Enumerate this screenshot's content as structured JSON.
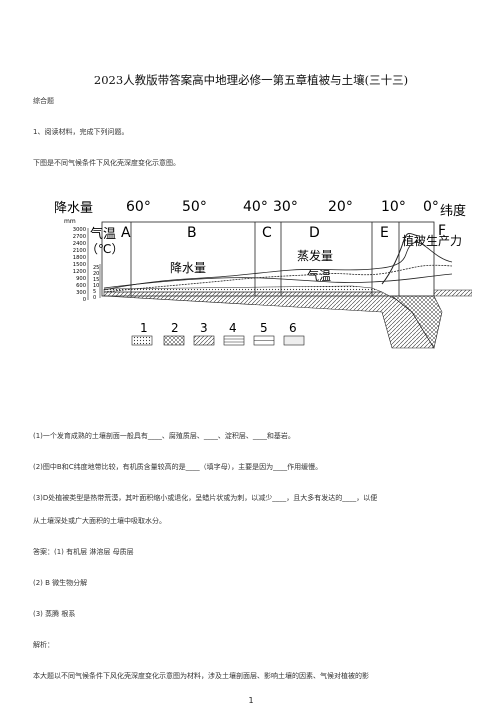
{
  "title": "2023人教版带答案高中地理必修一第五章植被与土壤(三十三)",
  "section": "综合题",
  "question_intro": "1、阅读材料，完成下列问题。",
  "material": "下图是不同气候条件下风化壳深度变化示意图。",
  "figure": {
    "label_precip": "降水量",
    "label_mm": "mm",
    "label_temp": "气温",
    "label_temp_unit": "（℃）",
    "label_latitude": "纬度",
    "y_ticks": [
      "3000",
      "2700",
      "2400",
      "2100",
      "1800",
      "1500",
      "1200",
      "900",
      "600",
      "300",
      "0"
    ],
    "t_ticks": [
      "25",
      "20",
      "15",
      "10",
      "5",
      "0"
    ],
    "latitudes": [
      "60°",
      "50°",
      "40°",
      "30°",
      "20°",
      "10°",
      "0°"
    ],
    "zones": [
      "A",
      "B",
      "C",
      "D",
      "E",
      "F"
    ],
    "curve_labels": {
      "precip": "降水量",
      "evap": "蒸发量",
      "temp": "气温",
      "veg": "植被生产力"
    },
    "legend": [
      "1",
      "2",
      "3",
      "4",
      "5",
      "6"
    ]
  },
  "q1": "(1)一个发育成熟的土壤剖面一般具有____、腐殖质层、____、淀积层、____和基岩。",
  "q2": "(2)图中B和C纬度地带比较，有机质含量较高的是____（填字母），主要是因为____作用缓慢。",
  "q3_line1": "(3)D处植被类型是热带荒漠，其叶面积缩小或退化，呈蜡片状或为刺，以减少____，且大多有发达的____，以便",
  "q3_line2": "从土壤深处或广大面积的土壤中吸取水分。",
  "answer1": "答案：(1)    有机层    淋溶层    母质层",
  "answer2": "(2)    B    微生物分解",
  "answer3": "(3)    蒸腾    根系",
  "analysis_label": "解析：",
  "analysis_text": "本大题以不同气候条件下风化壳深度变化示意图为材料，涉及土壤剖面层、影响土壤的因素、气候对植被的影",
  "page_number": "1"
}
